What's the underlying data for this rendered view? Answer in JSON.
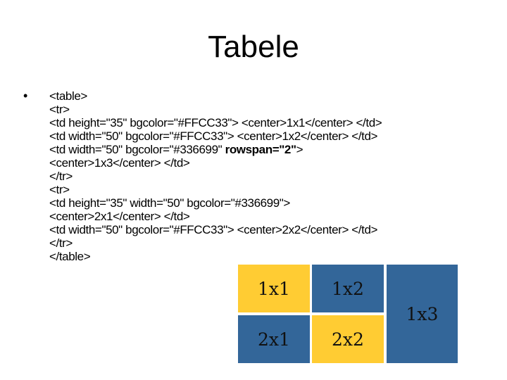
{
  "title": "Tabele",
  "bullet": "•",
  "code_lines": [
    "<table>",
    "<tr>",
    "<td height=\"35\" bgcolor=\"#FFCC33\"> <center>1x1</center> </td>",
    "<td width=\"50\" bgcolor=\"#FFCC33\"> <center>1x2</center> </td>",
    {
      "pre": "<td width=\"50\" bgcolor=\"#336699\" ",
      "bold": "rowspan=\"2\"",
      "post": ">"
    },
    "<center>1x3</center> </td>",
    "</tr>",
    "<tr>",
    "<td height=\"35\" width=\"50\" bgcolor=\"#336699\">",
    "<center>2x1</center> </td>",
    "<td width=\"50\" bgcolor=\"#FFCC33\"> <center>2x2</center> </td>",
    "</tr>",
    "</table>"
  ],
  "table": {
    "cells": {
      "c11": "1x1",
      "c12": "1x2",
      "c13": "1x3",
      "c21": "2x1",
      "c22": "2x2"
    },
    "colors": {
      "yellow": "#FFCC33",
      "blue": "#336699"
    }
  }
}
